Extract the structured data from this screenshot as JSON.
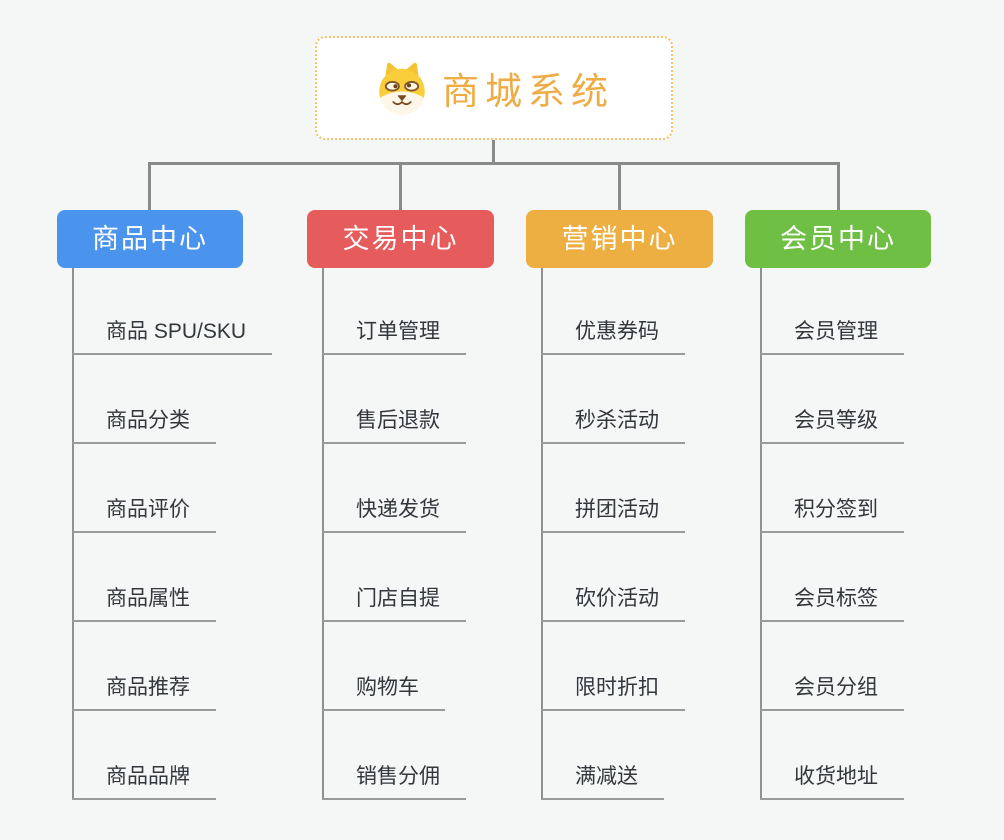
{
  "page": {
    "background": "#f5f6f6"
  },
  "root": {
    "title": "商城系统",
    "icon": "dog-face",
    "accent_color": "#efab44",
    "border_color": "#f2c36a",
    "background": "#ffffff"
  },
  "connectors": {
    "line_color": "#8a8a8a",
    "underline_color": "#9a9a9a"
  },
  "branches": [
    {
      "label": "商品中心",
      "color": "#4b94ed",
      "items": [
        "商品 SPU/SKU",
        "商品分类",
        "商品评价",
        "商品属性",
        "商品推荐",
        "商品品牌"
      ]
    },
    {
      "label": "交易中心",
      "color": "#e65c5c",
      "items": [
        "订单管理",
        "售后退款",
        "快递发货",
        "门店自提",
        "购物车",
        "销售分佣"
      ]
    },
    {
      "label": "营销中心",
      "color": "#edae42",
      "items": [
        "优惠券码",
        "秒杀活动",
        "拼团活动",
        "砍价活动",
        "限时折扣",
        "满减送"
      ]
    },
    {
      "label": "会员中心",
      "color": "#6ebf43",
      "items": [
        "会员管理",
        "会员等级",
        "积分签到",
        "会员标签",
        "会员分组",
        "收货地址"
      ]
    }
  ]
}
